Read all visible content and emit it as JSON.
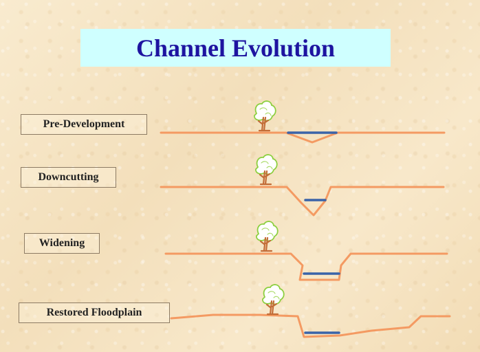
{
  "title": "Channel Evolution",
  "stages": [
    {
      "label": "Pre-Development"
    },
    {
      "label": "Downcutting"
    },
    {
      "label": "Widening"
    },
    {
      "label": "Restored Floodplain"
    }
  ],
  "icons": {
    "tree": "tree-icon"
  },
  "colors": {
    "title_text": "#1E14A0",
    "title_background": "#CFFFFF",
    "ground_line": "#F49A62",
    "water_line": "#3A63A8",
    "tree_outline": "#8CCF3F",
    "tree_trunk": "#C36C37",
    "background": "#F8E6C4"
  }
}
